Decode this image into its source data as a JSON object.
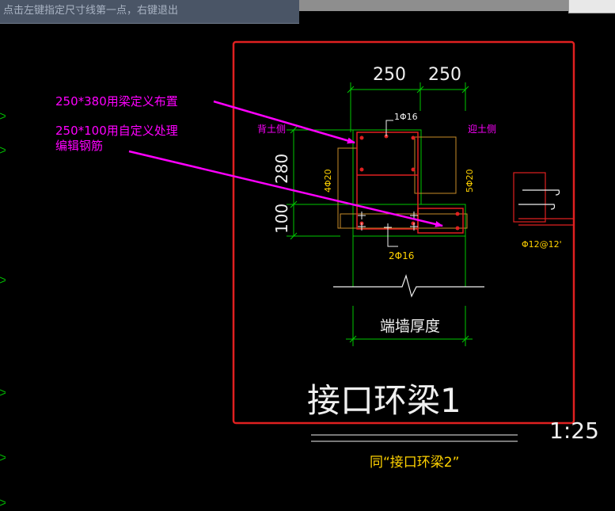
{
  "window": {
    "titlebar_text": "点击左键指定尺寸线第一点，右键退出"
  },
  "annotations": [
    {
      "id": "note1",
      "text": "250*380用梁定义布置",
      "color": "#ff00ff"
    },
    {
      "id": "note2_line1",
      "text": "250*100用自定义处理",
      "color": "#ff00ff"
    },
    {
      "id": "note2_line2",
      "text": "编辑钢筋",
      "color": "#ff00ff"
    }
  ],
  "drawing": {
    "title": "接口环梁1",
    "scale": "1:25",
    "subtitle": "同“接口环梁2”",
    "dimensions": {
      "top_left": "250",
      "top_right": "250",
      "left_upper": "280",
      "left_lower": "100",
      "bottom": "端墙厚度"
    },
    "rebar_labels": {
      "top": "1Φ16",
      "bottom": "2Φ16",
      "left_side": "4Φ20",
      "right_side": "5Φ20",
      "stirrup": "Φ12@12'"
    },
    "side_labels": {
      "left": "背土侧",
      "right": "迎土侧"
    }
  },
  "colors": {
    "frame_red": "#e02020",
    "dimension_green": "#00c800",
    "outline_orange": "#c88c28",
    "rebar_red": "#e02020",
    "label_yellow": "#ffd200",
    "magenta": "#ff00ff",
    "text_white": "#f0f0f0"
  }
}
